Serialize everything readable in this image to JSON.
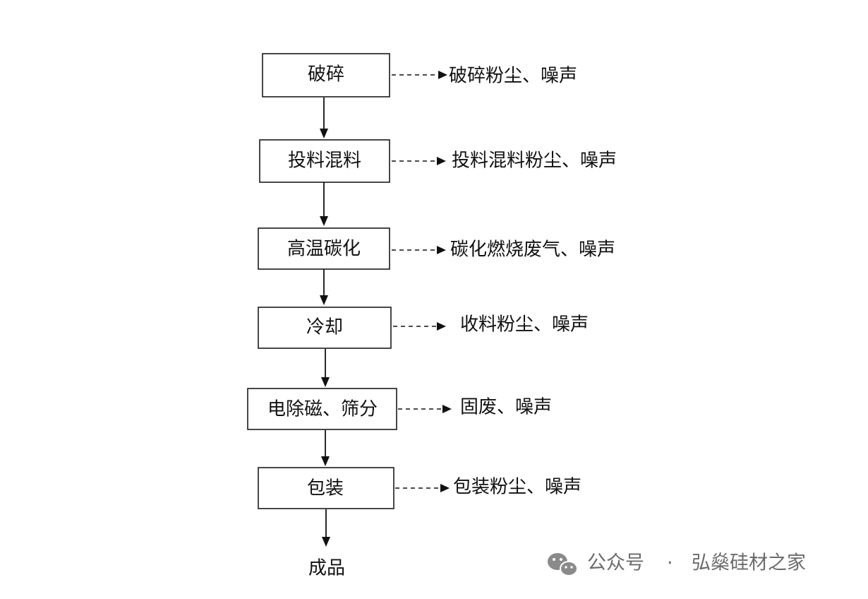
{
  "steps": [
    {
      "label": "破碎",
      "emission": "破碎粉尘、噪声"
    },
    {
      "label": "投料混料",
      "emission": "投料混料粉尘、噪声"
    },
    {
      "label": "高温碳化",
      "emission": "碳化燃烧废气、噪声"
    },
    {
      "label": "冷却",
      "emission": "收料粉尘、噪声"
    },
    {
      "label": "电除磁、筛分",
      "emission": "固废、噪声"
    },
    {
      "label": "包装",
      "emission": "包装粉尘、噪声"
    }
  ],
  "product": "成品",
  "watermark": {
    "prefix": "公众号",
    "separator": "·",
    "name": "弘燊硅材之家",
    "icon": "wechat-icon"
  }
}
